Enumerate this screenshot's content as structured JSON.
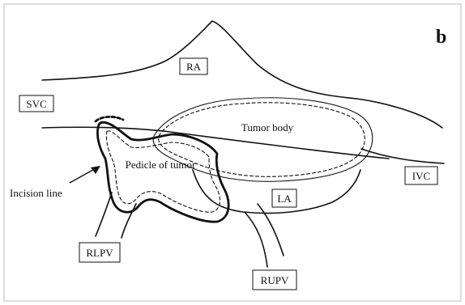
{
  "figure": {
    "panel_letter": "b",
    "labels": {
      "ra": "RA",
      "svc": "SVC",
      "tumor_body": "Tumor body",
      "pedicle": "Pedicle of tumor",
      "incision_line": "Incision line",
      "la": "LA",
      "ivc": "IVC",
      "rlpv": "RLPV",
      "rupv": "RUPV"
    }
  }
}
